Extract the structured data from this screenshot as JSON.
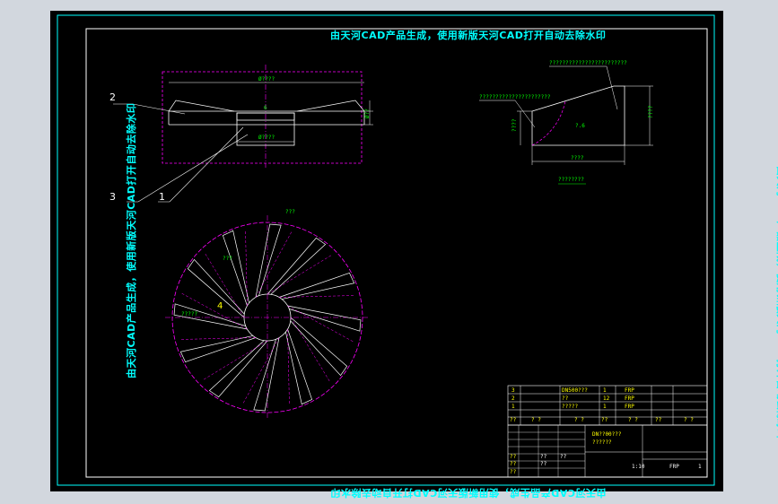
{
  "watermark": "由天河CAD产品生成，使用新版天河CAD打开自动去除水印",
  "side_view": {
    "labels": [
      "2",
      "3",
      "1"
    ],
    "dim_top": "Ø????",
    "dim_right": "Ø??",
    "dim_bottom": "Ø????",
    "dim_mid": "6"
  },
  "detail_view": {
    "note_top": "????????????????????????",
    "note_left": "??????????????????????",
    "dim_left": "????",
    "dim_right": "????",
    "dim_bottom": "????",
    "center_note": "?.6",
    "caption": "????????"
  },
  "front_view": {
    "dim_top": "???",
    "dim_side": "???",
    "angle_label": "4",
    "angle_text": "?????"
  },
  "parts_table": {
    "rows": [
      {
        "no": "3",
        "code": "DN500???",
        "qty": "1",
        "mat": "FRP"
      },
      {
        "no": "2",
        "code": "??",
        "qty": "12",
        "mat": "FRP"
      },
      {
        "no": "1",
        "code": "?????",
        "qty": "1",
        "mat": "FRP"
      }
    ],
    "header": [
      "??",
      "? ?",
      "? ?",
      "??",
      "? ?",
      "??",
      "? ?"
    ]
  },
  "title_block": {
    "drawing_title": "DN??00???",
    "drawing_subtitle": "??????",
    "material": "FRP",
    "scale": "1:10",
    "sheet": "1",
    "left_labels": [
      "??",
      "??",
      "??",
      "??",
      "??",
      "??"
    ]
  }
}
